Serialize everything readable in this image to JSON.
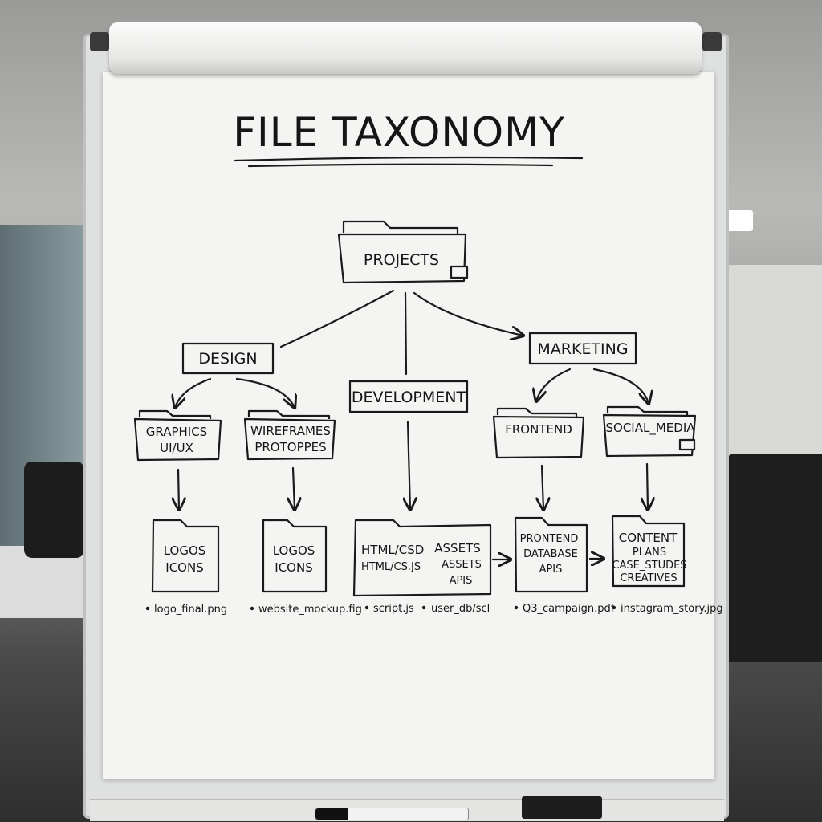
{
  "title": "FILE TAXONOMY",
  "root": {
    "label": "PROJECTS"
  },
  "categories": [
    {
      "label": "DESIGN"
    },
    {
      "label": "DEVELOPMENT"
    },
    {
      "label": "MARKETING"
    }
  ],
  "subfolders": [
    {
      "lines": [
        "GRAPHICS",
        "UI/UX"
      ]
    },
    {
      "lines": [
        "WIREFRAMES",
        "PROTOPPES"
      ]
    },
    {
      "lines": [
        "FRONTEND"
      ]
    },
    {
      "lines": [
        "SOCIAL_MEDIA"
      ]
    }
  ],
  "leaf_folders": [
    {
      "lines": [
        "LOGOS",
        "ICONS"
      ],
      "file": "logo_final.png"
    },
    {
      "lines": [
        "LOGOS",
        "ICONS"
      ],
      "file": "website_mockup.fig"
    },
    {
      "left_lines": [
        "HTML/CSD",
        "HTML/CS.JS"
      ],
      "right_lines": [
        "ASSETS",
        "ASSETS",
        "APIS"
      ],
      "files": [
        "script.js",
        "user_db/scl"
      ]
    },
    {
      "lines": [
        "PRONTEND",
        "DATABASE",
        "APIS"
      ],
      "file": "Q3_campaign.pdf"
    },
    {
      "lines": [
        "CONTENT",
        "PLANS",
        "CASE_STUDES",
        "CREATIVES"
      ],
      "file": "instagram_story.jpg"
    }
  ],
  "colors": {
    "ink": "#1a1a1a",
    "paper": "#f4f4f2"
  }
}
